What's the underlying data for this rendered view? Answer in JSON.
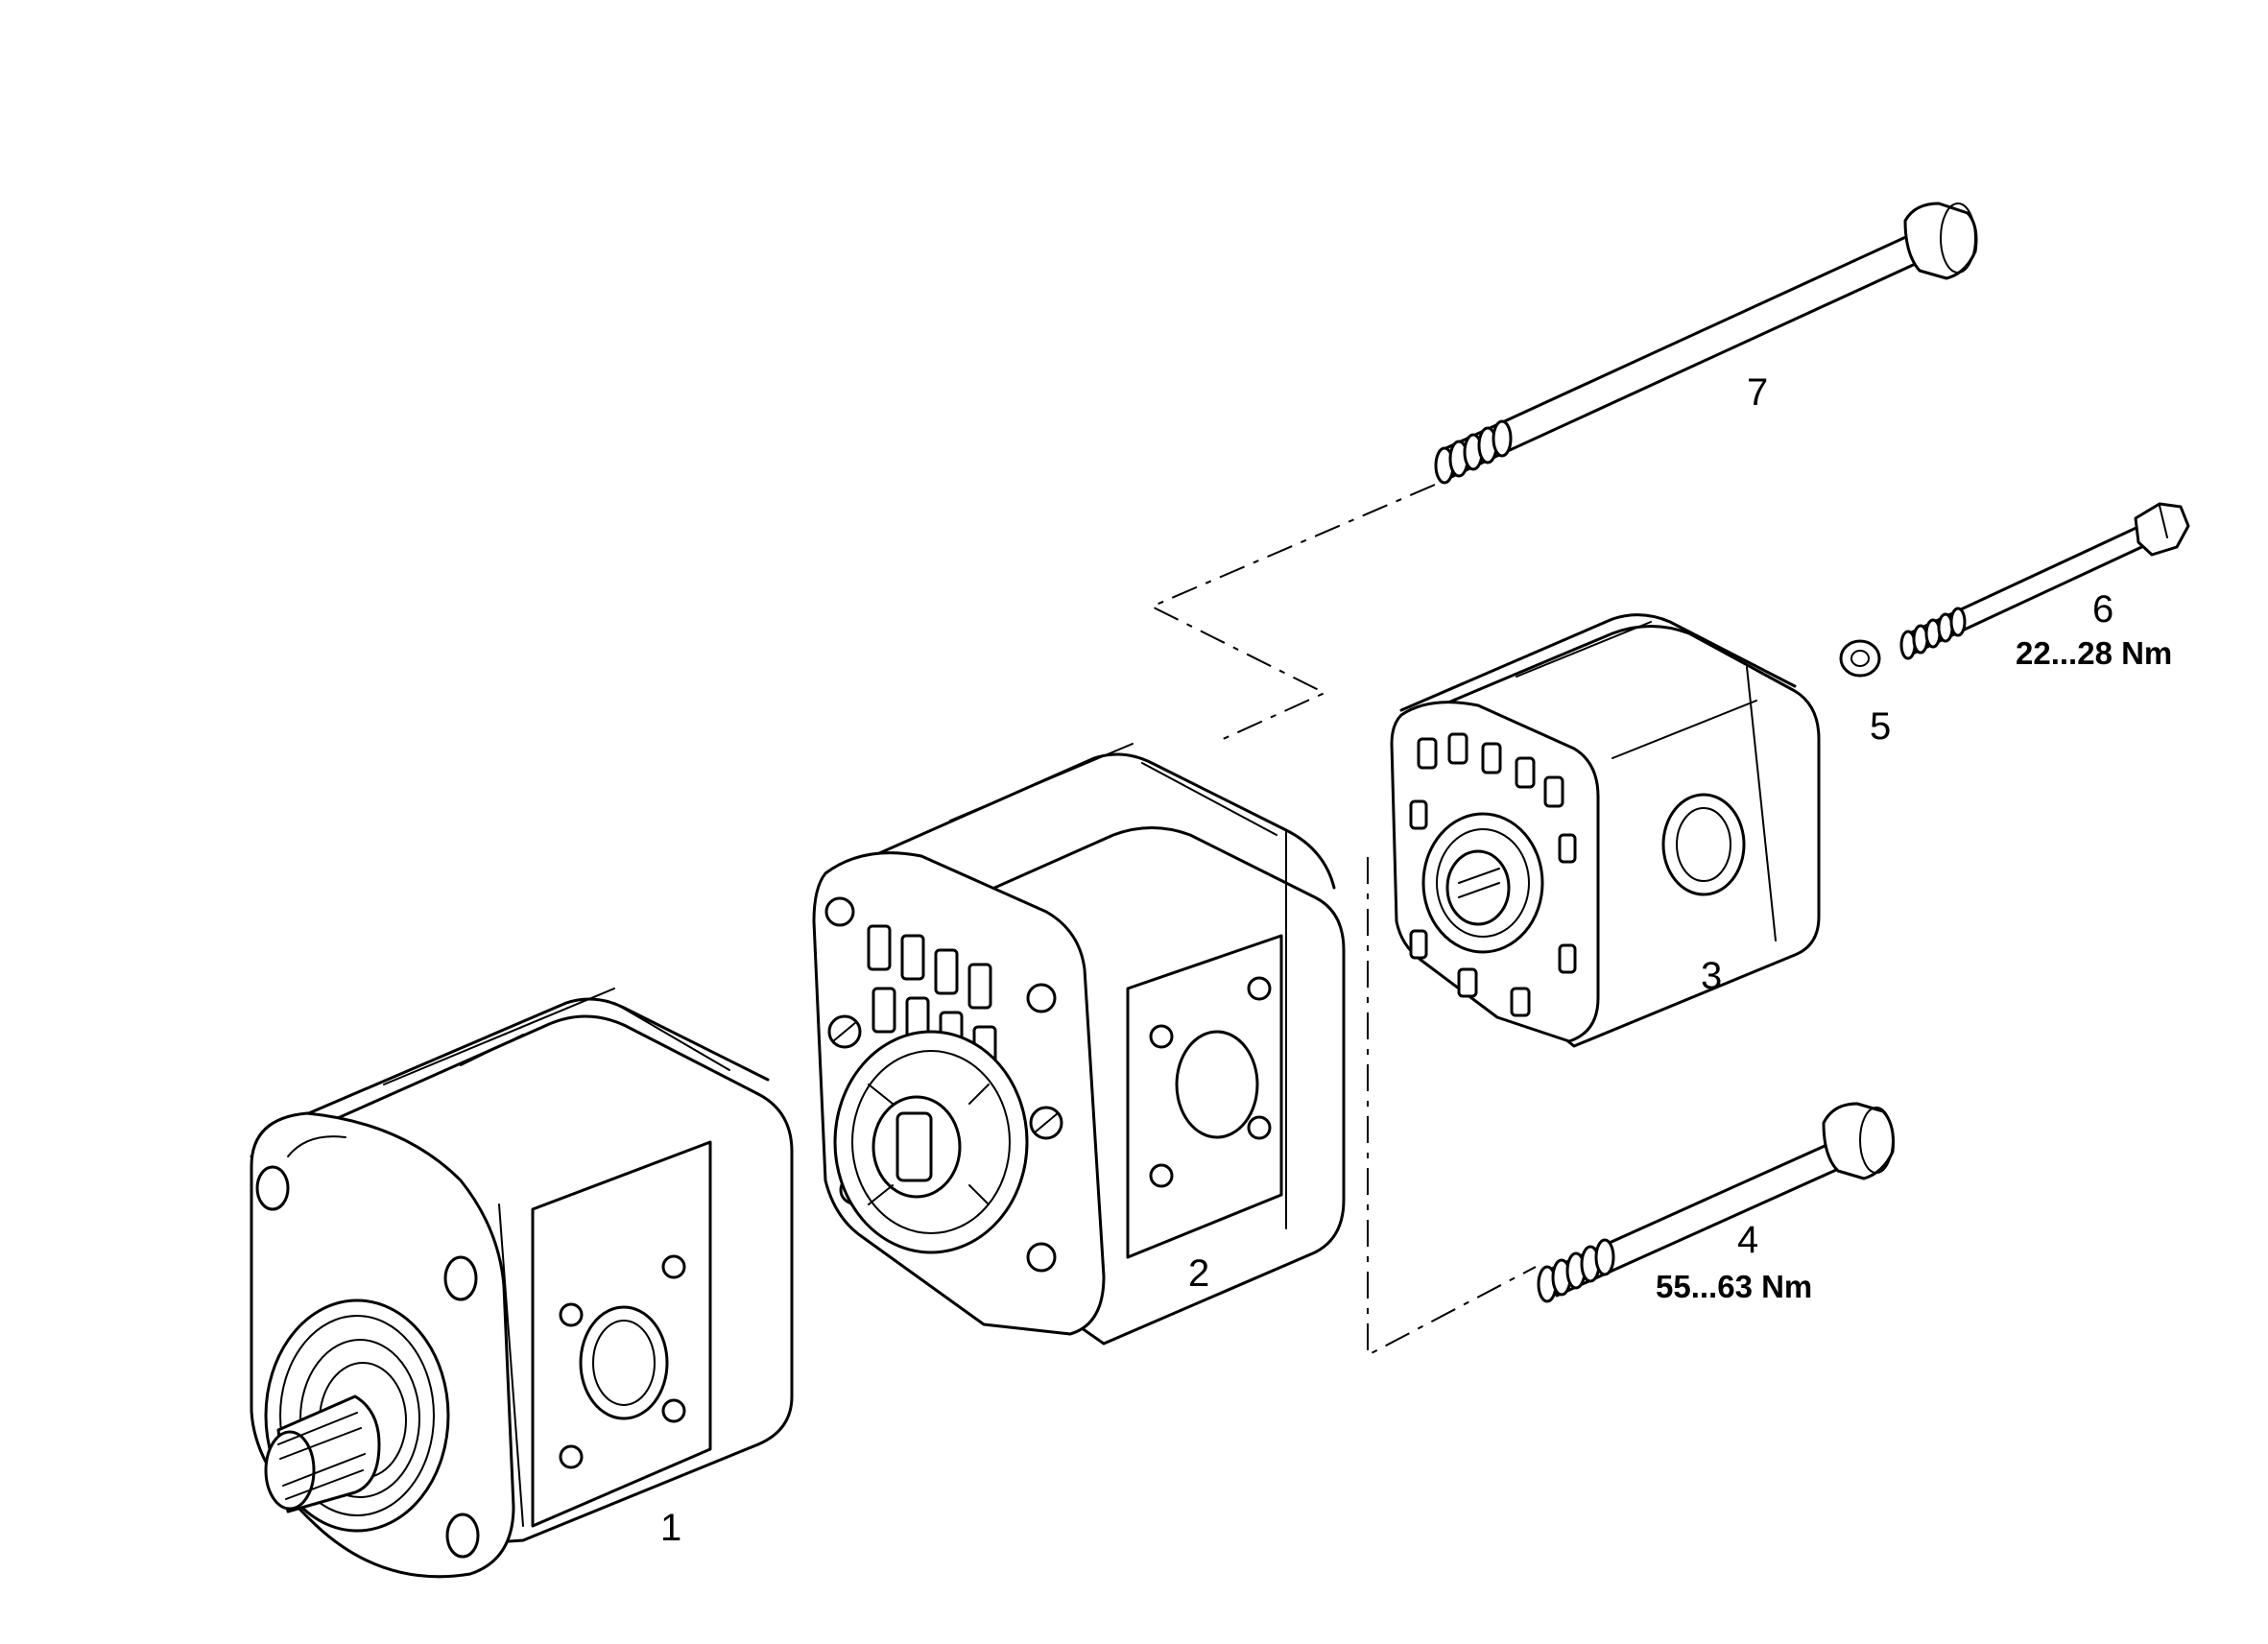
{
  "callouts": {
    "part1": "1",
    "part2": "2",
    "part3": "3",
    "part4": "4",
    "part5": "5",
    "part6": "6",
    "part7": "7"
  },
  "torques": {
    "part4": "55...63 Nm",
    "part6": "22...28 Nm"
  },
  "colors": {
    "line": "#000000",
    "background": "#ffffff"
  }
}
